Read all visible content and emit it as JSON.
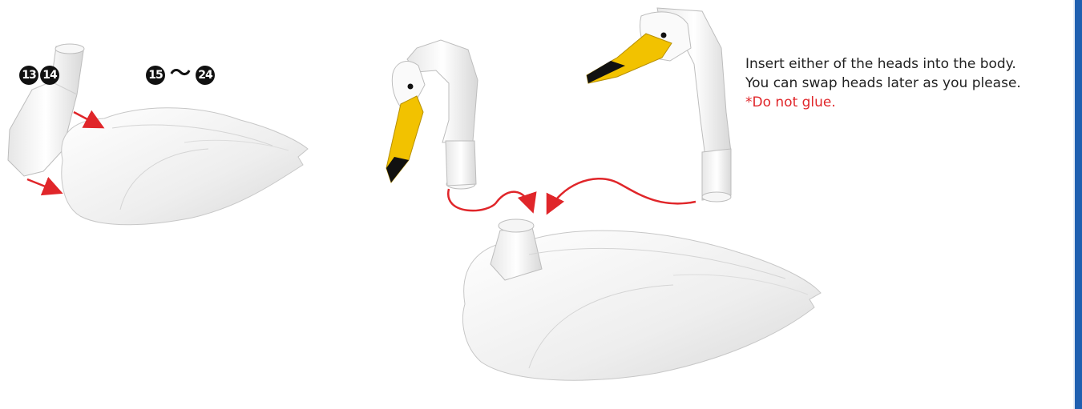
{
  "callouts": {
    "left_parts": [
      "13",
      "14"
    ],
    "body_parts_start": "15",
    "body_parts_separator": "〜",
    "body_parts_end": "24"
  },
  "instructions": {
    "line1": "Insert either of the heads into the body.",
    "line2": "You can swap heads later as you please.",
    "warning": "*Do not glue."
  },
  "colors": {
    "arrow": "#e0262a",
    "beak": "#f2c200",
    "beak_tip": "#111111",
    "paper": "#f3f3f3",
    "accent_bar": "#1f5fb0"
  }
}
